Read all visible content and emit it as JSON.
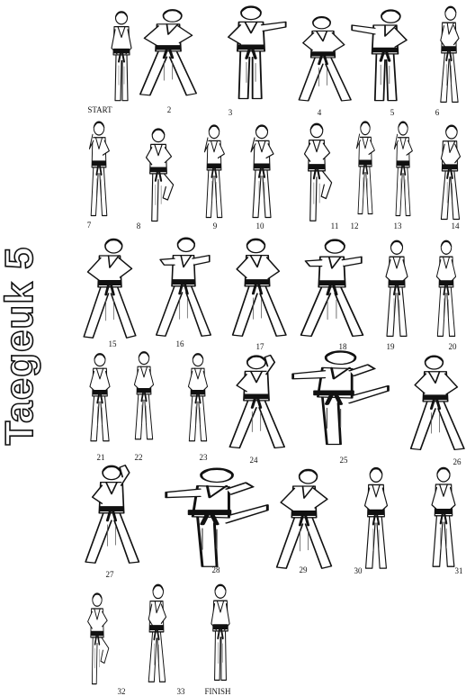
{
  "title": "Taegeuk 5",
  "steps": [
    "START",
    "2",
    "3",
    "4",
    "5",
    "6",
    "7",
    "8",
    "9",
    "10",
    "11",
    "12",
    "13",
    "14",
    "15",
    "16",
    "17",
    "18",
    "19",
    "20",
    "21",
    "22",
    "23",
    "24",
    "25",
    "26",
    "27",
    "28",
    "29",
    "30",
    "31",
    "32",
    "33",
    "FINISH"
  ]
}
